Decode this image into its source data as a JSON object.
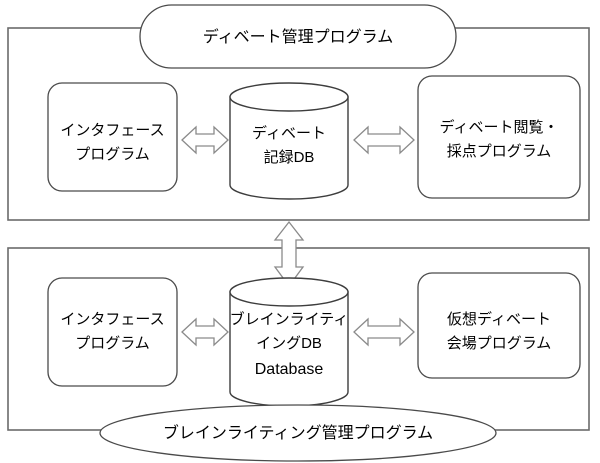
{
  "diagram": {
    "title": "debate-and-brainwriting-system-architecture",
    "colors": {
      "frame_stroke": "#6b6b6b",
      "shape_stroke": "#4a4a4a",
      "arrow_stroke": "#8a8a8a",
      "fill": "#ffffff",
      "text": "#000000"
    },
    "upper_section": {
      "banner_label": "ディベート管理プログラム",
      "left_box": {
        "line1": "インタフェース",
        "line2": "プログラム"
      },
      "database": {
        "line1": "ディベート",
        "line2": "記録DB"
      },
      "right_box": {
        "line1": "ディベート閲覧・",
        "line2": "採点プログラム"
      },
      "arrows": [
        {
          "name": "left-db-arrow",
          "direction": "bidirectional-horizontal"
        },
        {
          "name": "db-right-arrow",
          "direction": "bidirectional-horizontal"
        }
      ]
    },
    "connector": {
      "name": "section-link-arrow",
      "direction": "bidirectional-vertical"
    },
    "lower_section": {
      "banner_label": "ブレインライティング管理プログラム",
      "left_box": {
        "line1": "インタフェース",
        "line2": "プログラム"
      },
      "database": {
        "line1": "ブレインライティ",
        "line2": "イングDB",
        "line3": "Database"
      },
      "right_box": {
        "line1": "仮想ディベート",
        "line2": "会場プログラム"
      },
      "arrows": [
        {
          "name": "left-db-arrow",
          "direction": "bidirectional-horizontal"
        },
        {
          "name": "db-right-arrow",
          "direction": "bidirectional-horizontal"
        }
      ]
    }
  }
}
